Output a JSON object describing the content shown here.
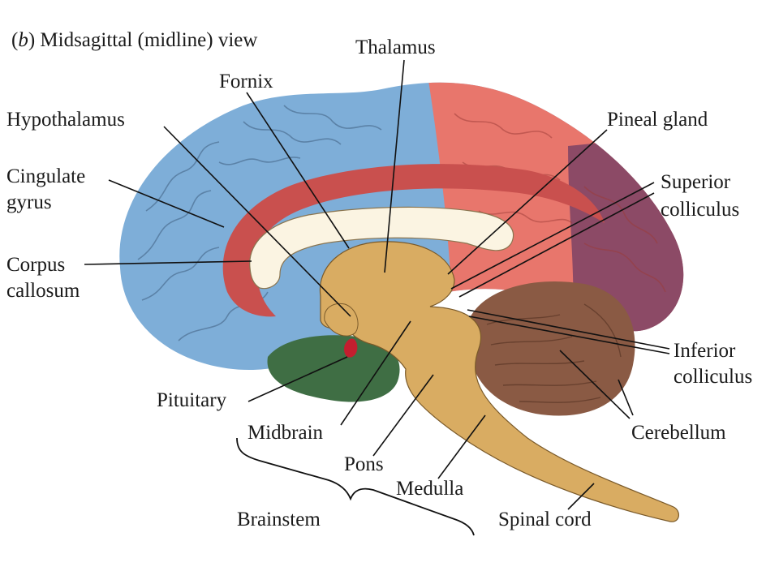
{
  "title": {
    "panel_letter": "b",
    "text": "Midsagittal (midline) view"
  },
  "labels": {
    "thalamus": "Thalamus",
    "fornix": "Fornix",
    "hypothalamus": "Hypothalamus",
    "pineal_gland": "Pineal gland",
    "cingulate_gyrus_1": "Cingulate",
    "cingulate_gyrus_2": "gyrus",
    "superior_colliculus_1": "Superior",
    "superior_colliculus_2": "colliculus",
    "corpus_callosum_1": "Corpus",
    "corpus_callosum_2": "callosum",
    "inferior_colliculus_1": "Inferior",
    "inferior_colliculus_2": "colliculus",
    "pituitary": "Pituitary",
    "midbrain": "Midbrain",
    "cerebellum": "Cerebellum",
    "pons": "Pons",
    "medulla": "Medulla",
    "brainstem": "Brainstem",
    "spinal_cord": "Spinal cord"
  },
  "colors": {
    "frontal_blue": "#7eaed8",
    "parietal_salmon": "#e8766c",
    "occipital_purple": "#8c4a66",
    "cingulate_red": "#c9504e",
    "corpus_callosum": "#fbf4e2",
    "diencephalon_brainstem": "#d9ac62",
    "cerebellum": "#8a5a44",
    "temporal_green": "#3f6e44",
    "pituitary_red": "#c41e2f"
  }
}
